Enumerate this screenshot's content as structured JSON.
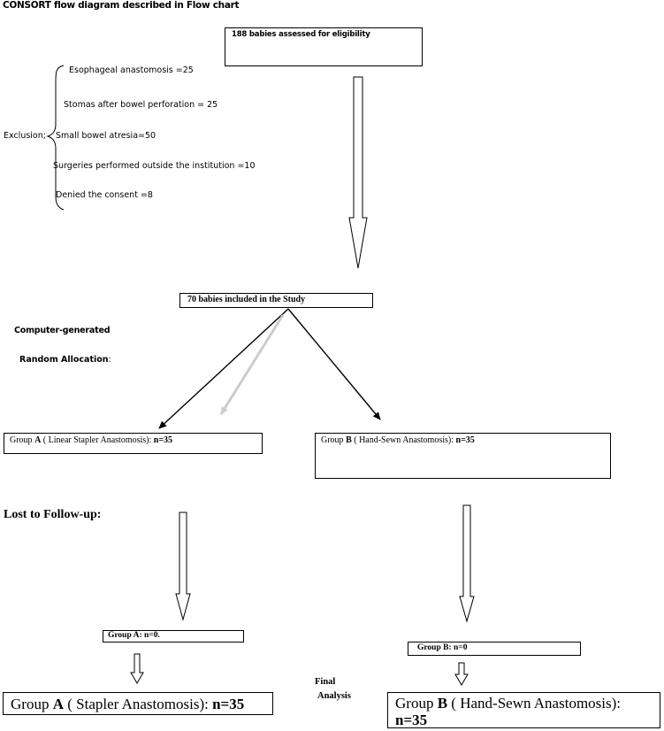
{
  "title": "CONSORT flow diagram described in Flow  chart",
  "assessed": {
    "text": "188 babies assessed for eligibility"
  },
  "exclusion": {
    "label": "Exclusion;",
    "items": [
      "Esophageal anastomosis =25",
      "Stomas after bowel perforation  = 25",
      "Small bowel atresia=50",
      "Surgeries performed outside the institution =10",
      "Denied the consent =8"
    ]
  },
  "included": {
    "text": "70 babies included in the Study"
  },
  "allocation": {
    "line1": "Computer-generated",
    "line2_bold": "Random  Allocation",
    "line2_rest": ":"
  },
  "group_a": {
    "prefix": "Group ",
    "letter": "A",
    "rest": " ( Linear Stapler Anastomosis): ",
    "n": "n=35"
  },
  "group_b": {
    "prefix": "Group ",
    "letter": "B",
    "rest": " ( Hand-Sewn Anastomosis): ",
    "n": "n=35"
  },
  "lost_label": "Lost to Follow-up:",
  "lost_a": "Group A: n=0.",
  "lost_b": "Group B: n=0",
  "final_label": {
    "line1": "Final",
    "line2": "Analysis"
  },
  "final_a": {
    "prefix": "Group ",
    "letter": "A",
    "rest": " ( Stapler Anastomosis): ",
    "n": "n=35"
  },
  "final_b": {
    "prefix": "Group ",
    "letter": "B",
    "rest": " ( Hand-Sewn Anastomosis):",
    "n": "n=35"
  }
}
